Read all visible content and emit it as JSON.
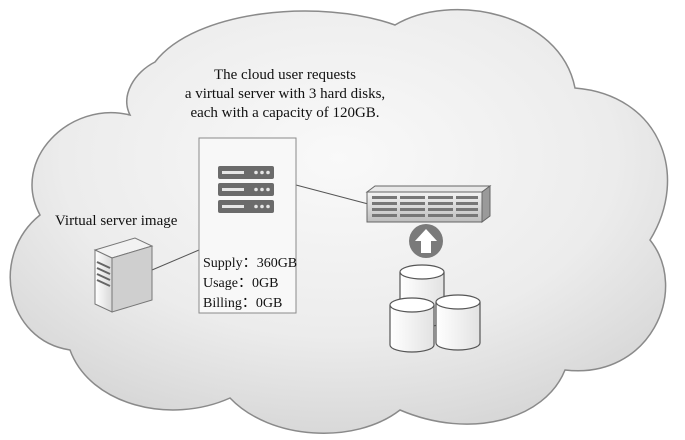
{
  "caption": {
    "line1": "The cloud user requests",
    "line2": "a virtual server with 3 hard disks,",
    "line3": "each with a capacity of 120GB."
  },
  "image_label": "Virtual server image",
  "stats": {
    "supply_label": "Supply：",
    "supply_value": "360GB",
    "usage_label": "Usage：",
    "usage_value": "0GB",
    "billing_label": "Billing：",
    "billing_value": "0GB"
  },
  "icons": {
    "cloud": "cloud-shape",
    "rack_server": "rack-server-icon",
    "server_image": "tower-server-icon",
    "storage_array": "storage-array-icon",
    "arrow": "up-arrow-icon",
    "disks": "disk-cylinders-icon"
  },
  "colors": {
    "cloud_light": "#f7f7f7",
    "cloud_dark": "#d6d6d6",
    "cloud_stroke": "#8a8a8a",
    "icon_dark": "#6a6a6a",
    "arrow_circle": "#7a7a7a"
  }
}
